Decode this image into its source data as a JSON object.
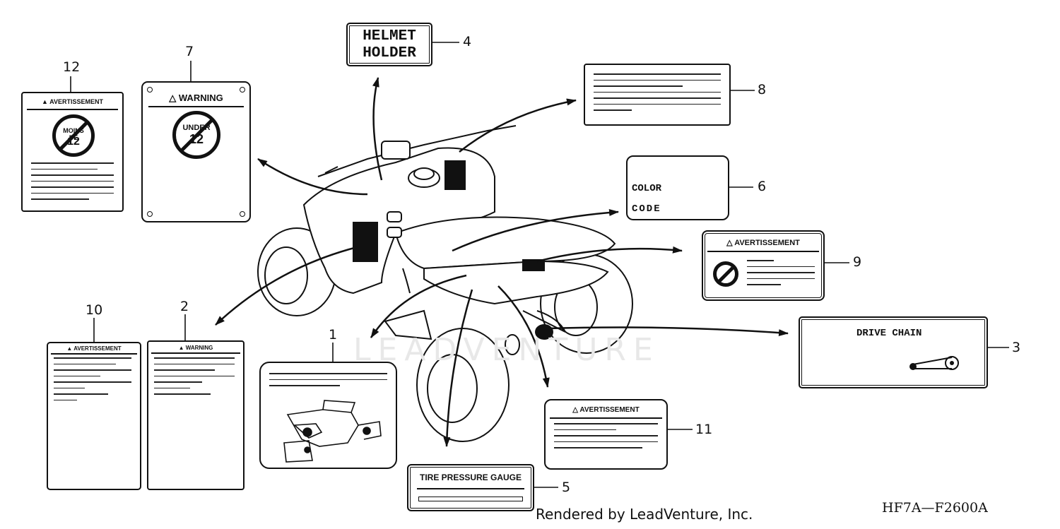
{
  "callouts": [
    "1",
    "2",
    "3",
    "4",
    "5",
    "6",
    "7",
    "8",
    "9",
    "10",
    "11",
    "12"
  ],
  "labels": {
    "helmet_holder_line1": "HELMET",
    "helmet_holder_line2": "HOLDER",
    "color": "COLOR",
    "code": "CODE",
    "drive_chain": "DRIVE CHAIN",
    "tire_pressure_gauge": "TIRE PRESSURE GAUGE",
    "warning": "WARNING",
    "avertissement": "AVERTISSEMENT",
    "under": "UNDER",
    "under_fr": "MOINS DE",
    "age": "12"
  },
  "watermark": "LEADVENTURE",
  "footer": "Rendered by LeadVenture, Inc.",
  "diagram_code": "HF7A—F2600A"
}
